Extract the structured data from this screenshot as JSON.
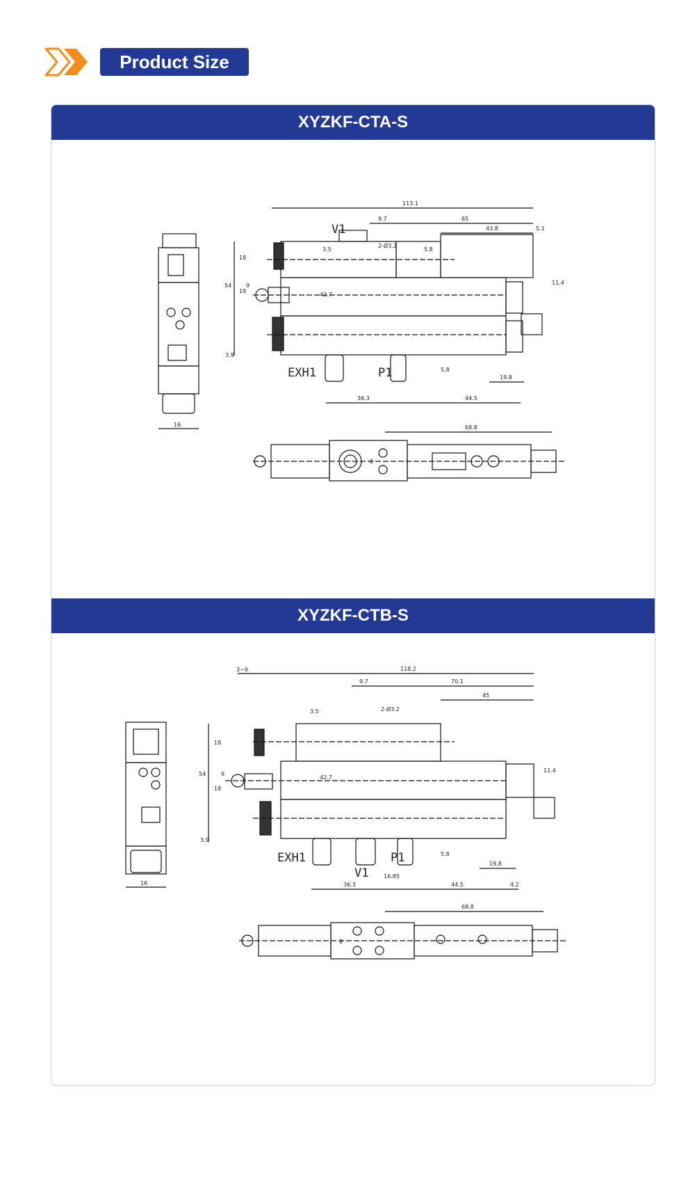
{
  "section_title": "Product Size",
  "icons": {
    "header": "double-chevron-icon"
  },
  "colors": {
    "brand_blue": "#233a94",
    "accent_orange": "#f28c1b"
  },
  "panels": [
    {
      "model": "XYZKF-CTA-S",
      "labels": {
        "vacuum": "V1",
        "exhaust": "EXH1",
        "pressure": "P1"
      },
      "dims": {
        "total": "113.1",
        "d1": "9.7",
        "d2": "65",
        "d3": "43.8",
        "d4": "5.1",
        "hole": "2-Ø3.2",
        "t1": "3.5",
        "t2": "5.8",
        "h54": "54",
        "h18a": "18",
        "h9": "9",
        "h18b": "18",
        "h427": "42.7",
        "h39": "3.9",
        "r114": "11.4",
        "b58": "5.8",
        "b198": "19.8",
        "b363": "36.3",
        "b445": "44.5",
        "side16": "16",
        "top688": "68.8",
        "top8": "8"
      }
    },
    {
      "model": "XYZKF-CTB-S",
      "labels": {
        "vacuum": "V1",
        "exhaust": "EXH1",
        "pressure": "P1"
      },
      "dims": {
        "d0": "3~9",
        "total": "118.2",
        "d1": "9.7",
        "d2": "70.1",
        "d3": "45",
        "hole": "2-Ø3.2",
        "t1": "3.5",
        "h54": "54",
        "h18a": "18",
        "h9": "9",
        "h18b": "18",
        "h427": "42.7",
        "h39": "3.9",
        "r114": "11.4",
        "b58": "5.8",
        "b198": "19.8",
        "b1685": "16.85",
        "b363": "36.3",
        "b445": "44.5",
        "b42": "4.2",
        "side16": "16",
        "top688": "68.8",
        "top8": "8"
      }
    }
  ]
}
